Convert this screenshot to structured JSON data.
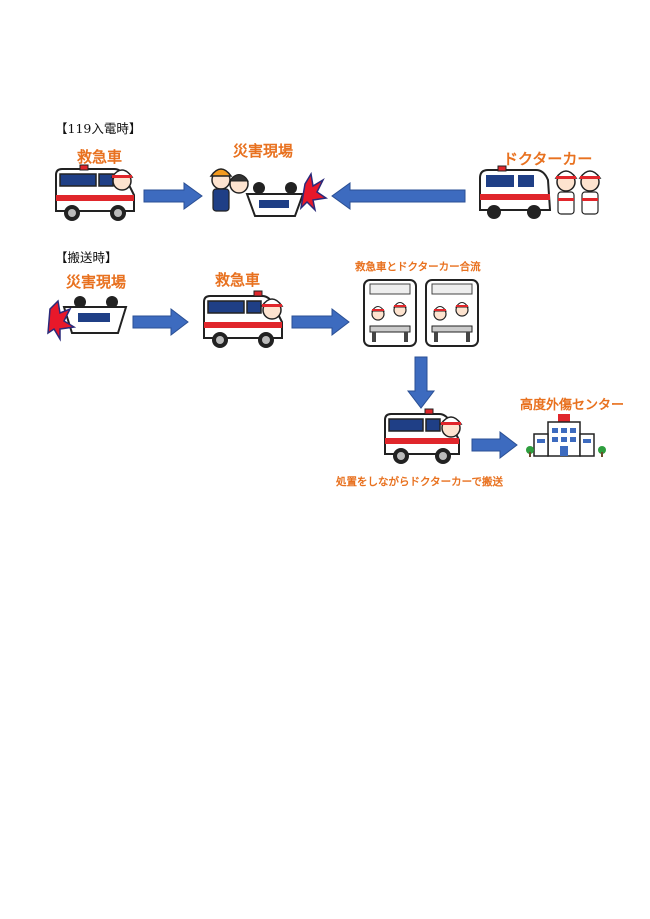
{
  "sections": {
    "call": "【119入電時】",
    "transport": "【搬送時】"
  },
  "call_phase": {
    "ambulance": "救急車",
    "scene": "災害現場",
    "doctor_car": "ドクターカー"
  },
  "transport_phase": {
    "scene": "災害現場",
    "ambulance": "救急車",
    "merge": "救急車とドクターカー合流",
    "trauma_center": "高度外傷センター",
    "treatment_note": "処置をしながらドクターカーで搬送"
  },
  "colors": {
    "label": "#e8711f",
    "arrow": "#3d6bbf",
    "arrow_stroke": "#2a4f94",
    "vehicle_red": "#e0262b",
    "vehicle_blue": "#1f3f86",
    "crash_red": "#e8182a"
  }
}
